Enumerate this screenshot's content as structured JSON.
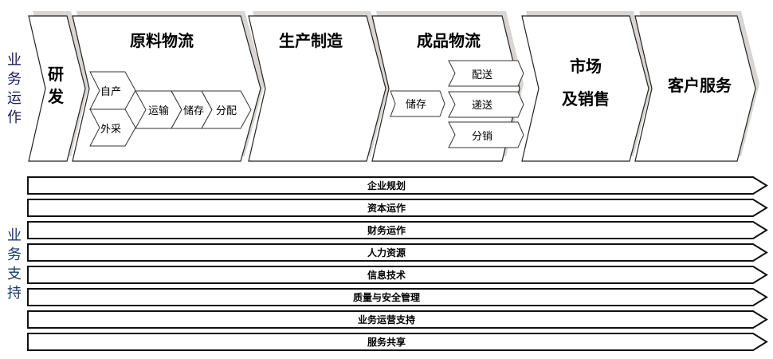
{
  "side_labels": {
    "operations": "业务运作",
    "support": "业务支持"
  },
  "value_chain": {
    "rd": [
      "研",
      "发"
    ],
    "raw_logistics": {
      "title": "原料物流",
      "self_produce": "自产",
      "outsource": "外采",
      "transport": "运输",
      "storage": "储存",
      "distribution": "分配"
    },
    "manufacturing": "生产制造",
    "finished_logistics": {
      "title": "成品物流",
      "storage": "储存",
      "delivery": "配送",
      "express": "递送",
      "resale": "分销"
    },
    "marketing": [
      "市场",
      "及销售"
    ],
    "customer_service": "客户服务"
  },
  "support_bars": [
    "企业规划",
    "资本运作",
    "财务运作",
    "人力资源",
    "信息技术",
    "质量与安全管理",
    "业务运营支持",
    "服务共享"
  ]
}
